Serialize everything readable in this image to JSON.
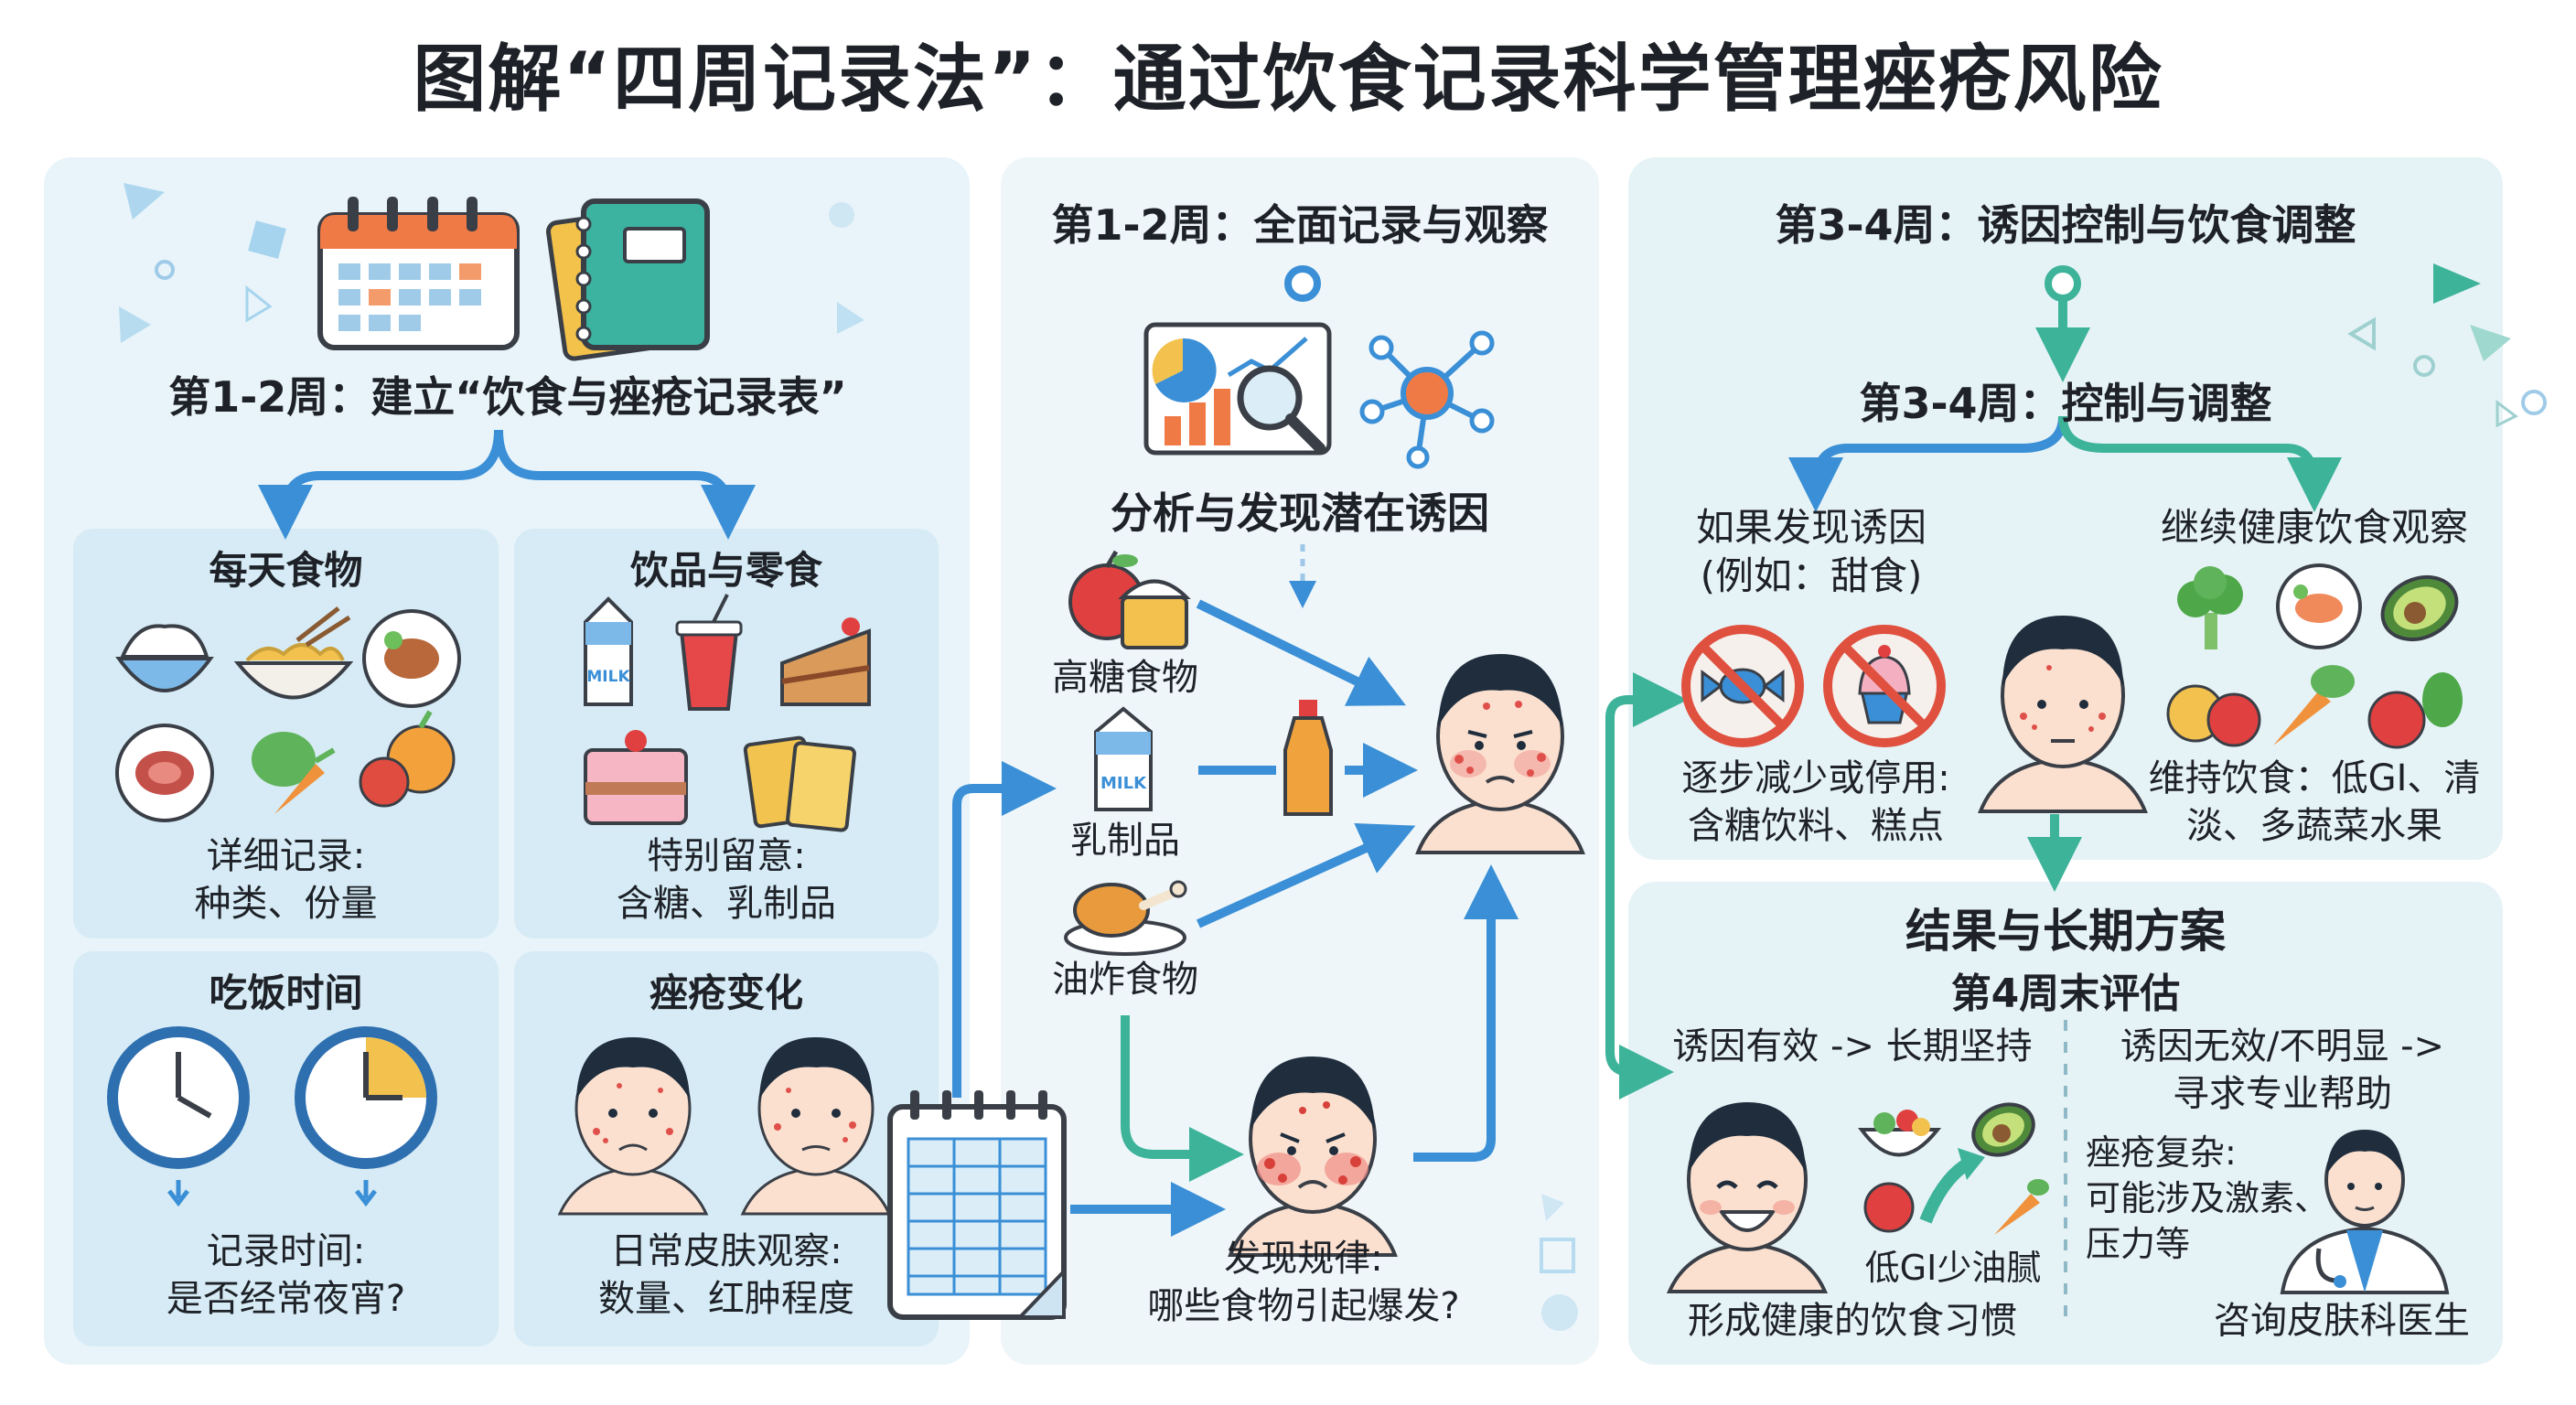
{
  "title": "图解“四周记录法”：通过饮食记录科学管理痤疮风险",
  "left": {
    "heading": "第1-2周：建立“饮食与痤疮记录表”",
    "cards": {
      "daily_food": {
        "title": "每天食物",
        "note_1": "详细记录:",
        "note_2": "种类、份量"
      },
      "drinks": {
        "title": "饮品与零食",
        "note_1": "特别留意:",
        "note_2": "含糖、乳制品",
        "milk_label": "MILK"
      },
      "meal_time": {
        "title": "吃饭时间",
        "note_1": "记录时间:",
        "note_2": "是否经常夜宵?"
      },
      "acne_change": {
        "title": "痤疮变化",
        "note_1": "日常皮肤观察:",
        "note_2": "数量、红肿程度"
      }
    }
  },
  "middle": {
    "heading": "第1-2周：全面记录与观察",
    "analysis": "分析与发现潜在诱因",
    "food_1": "高糖食物",
    "food_2": "乳制品",
    "food_3": "油炸食物",
    "milk_label": "MILK",
    "pattern_1": "发现规律:",
    "pattern_2": "哪些食物引起爆发?"
  },
  "right_top": {
    "heading": "第3-4周：诱因控制与饮食调整",
    "sub_heading": "第3-4周：控制与调整",
    "branch_a_1": "如果发现诱因",
    "branch_a_2": "(例如：甜食)",
    "branch_a_note_1": "逐步减少或停用:",
    "branch_a_note_2": "含糖饮料、糕点",
    "branch_b": "继续健康饮食观察",
    "branch_b_note_1": "维持饮食：低GI、清",
    "branch_b_note_2": "淡、多蔬菜水果"
  },
  "right_bottom": {
    "heading": "结果与长期方案",
    "sub_heading": "第4周末评估",
    "effective": "诱因有效 -> 长期坚持",
    "ineffective_1": "诱因无效/不明显 ->",
    "ineffective_2": "寻求专业帮助",
    "low_gi": "低GI少油腻",
    "habit": "形成健康的饮食习惯",
    "complex_1": "痤疮复杂:",
    "complex_2": "可能涉及激素、",
    "complex_3": "压力等",
    "doctor": "咨询皮肤科医生"
  },
  "colors": {
    "blue": "#3a8fd6",
    "teal": "#3db39a",
    "acne_red": "#e0504a",
    "skin": "#fbe0cf",
    "hair": "#1f2d3d",
    "ban_red": "#e0503f"
  }
}
